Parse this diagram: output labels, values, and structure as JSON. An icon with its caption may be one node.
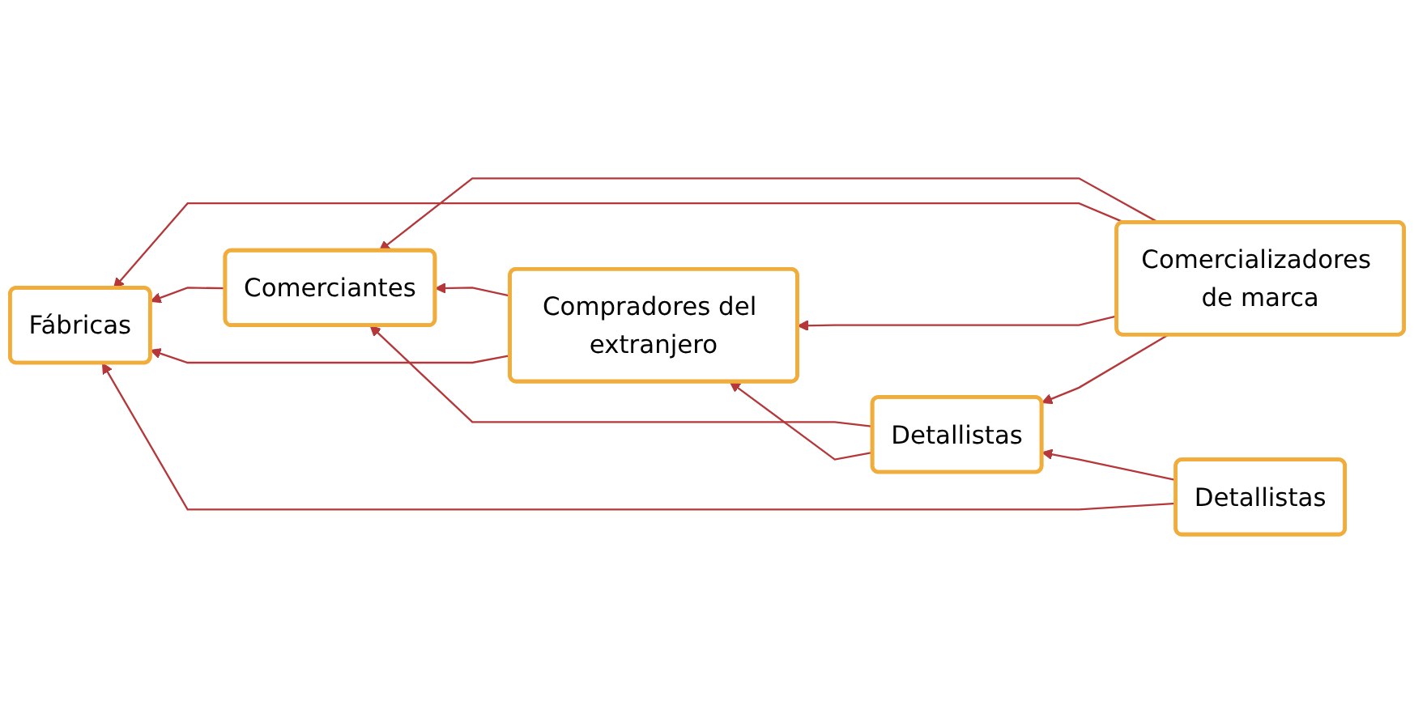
{
  "diagram": {
    "nodes": [
      {
        "text": [
          "Comerciantes"
        ]
      },
      {
        "text": [
          "Comercializadores de marca"
        ]
      },
      {
        "text": [
          "Fábricas"
        ]
      },
      {
        "text": [
          "Compradores del extranjero"
        ]
      },
      {
        "text": [
          "Detallistas"
        ]
      },
      {
        "text": [
          "Detallistas"
        ]
      }
    ],
    "edges": [
      {
        "from": 1,
        "to": 0,
        "arrow": "to"
      },
      {
        "from": 0,
        "to": 2,
        "arrow": "to"
      },
      {
        "from": 1,
        "to": 2,
        "arrow": "to"
      },
      {
        "from": 1,
        "to": 3,
        "arrow": "to"
      },
      {
        "from": 1,
        "to": 4,
        "arrow": "to"
      },
      {
        "from": 3,
        "to": 0,
        "arrow": "to"
      },
      {
        "from": 4,
        "to": 0,
        "arrow": "to"
      },
      {
        "from": 3,
        "to": 2,
        "arrow": "to"
      },
      {
        "from": 4,
        "to": 3,
        "arrow": "to"
      },
      {
        "from": 5,
        "to": 4,
        "arrow": "to"
      },
      {
        "from": 5,
        "to": 2,
        "arrow": "to"
      }
    ]
  }
}
